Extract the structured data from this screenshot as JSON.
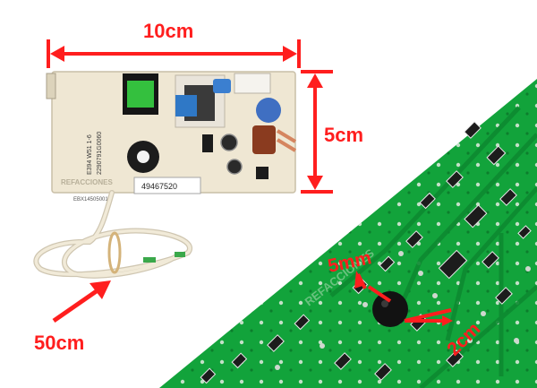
{
  "labels": {
    "width": "10cm",
    "height": "5cm",
    "cable": "50cm",
    "distance_a": "5mm",
    "distance_b": "2cm"
  },
  "board_text": {
    "label_number": "49467520",
    "print_1": "2290791G0060",
    "print_2": "E394 W51 1-6",
    "print_3": "EBX14505001",
    "watermark": "REFACCIONES"
  },
  "colors": {
    "annotation_red": "#ff1e1e",
    "pcb_green": "#11a23a",
    "board_cream": "#efe7d3",
    "cable_cream": "#f1ead8"
  }
}
